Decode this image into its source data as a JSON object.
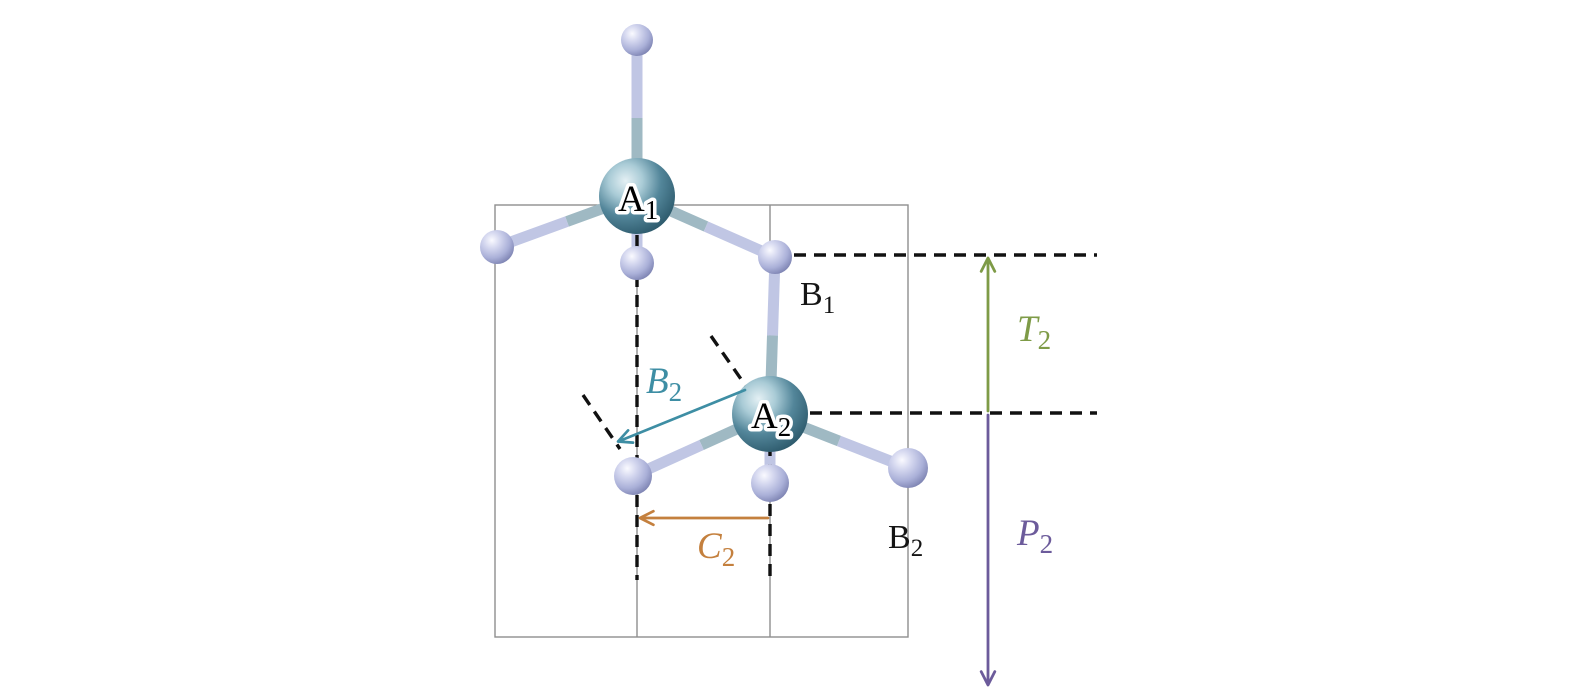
{
  "figure": {
    "kind": "crystal-structure-schematic",
    "background": "#ffffff"
  },
  "atom_labels": {
    "a1": {
      "base": "A",
      "sub": "1"
    },
    "b1": {
      "base": "B",
      "sub": "1"
    },
    "a2": {
      "base": "A",
      "sub": "2"
    },
    "b2": {
      "base": "B",
      "sub": "2"
    }
  },
  "vector_labels": {
    "b2": {
      "base": "B",
      "sub": "2",
      "color": "#3e8ea4"
    },
    "c2": {
      "base": "C",
      "sub": "2",
      "color": "#c4803e"
    },
    "t2": {
      "base": "T",
      "sub": "2",
      "color": "#7e9b47"
    },
    "p2": {
      "base": "P",
      "sub": "2",
      "color": "#6c5b9b"
    }
  },
  "colors": {
    "atom_large": "#53869a",
    "atom_small": "#aab0d8",
    "bond_near_large": "#9fb9c3",
    "bond_near_small": "#c0c6e4",
    "cell_line": "#8f8f8f",
    "dashed_guide": "#111111"
  }
}
